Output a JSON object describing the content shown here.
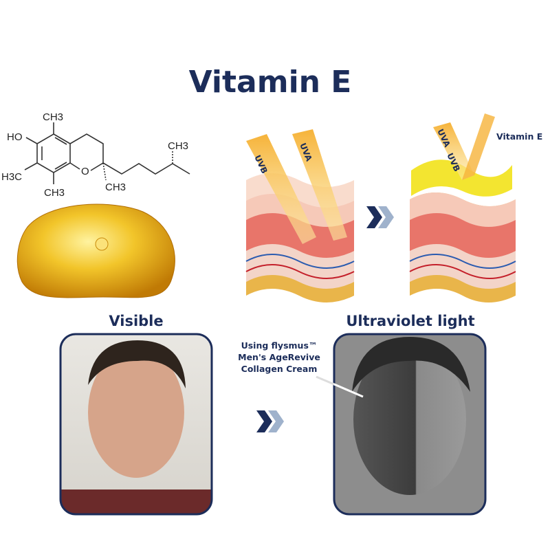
{
  "title": "Vitamin E",
  "molecule": {
    "labels": [
      "CH3",
      "HO",
      "H3C",
      "CH3",
      "O",
      "CH3",
      "CH3"
    ]
  },
  "diagram": {
    "ray_uvb": "UVB",
    "ray_uva": "UVA",
    "vitamin_label": "Vitamin E"
  },
  "comparison": {
    "visible_heading": "Visible",
    "uv_heading": "Ultraviolet light",
    "callout_lines": [
      "Using flysmus™",
      "Men's AgeRevive",
      "Collagen Cream"
    ]
  },
  "colors": {
    "navy": "#1c2d5a",
    "oil": "#e8a80c",
    "vitamin_film": "#f2e21a"
  }
}
